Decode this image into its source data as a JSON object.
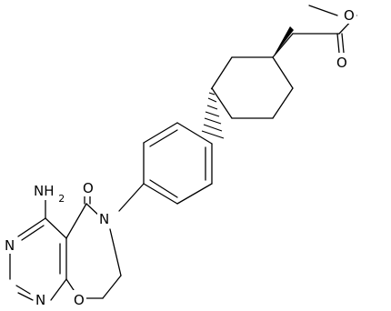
{
  "atoms": {
    "nh2": "NH2",
    "ketone_o": "O",
    "amide_n": "N",
    "pyrimidine_n_upper": "N",
    "pyrimidine_n_lower": "N",
    "ring_o": "O",
    "ester_o_single": "O",
    "ester_o_double": "O"
  }
}
